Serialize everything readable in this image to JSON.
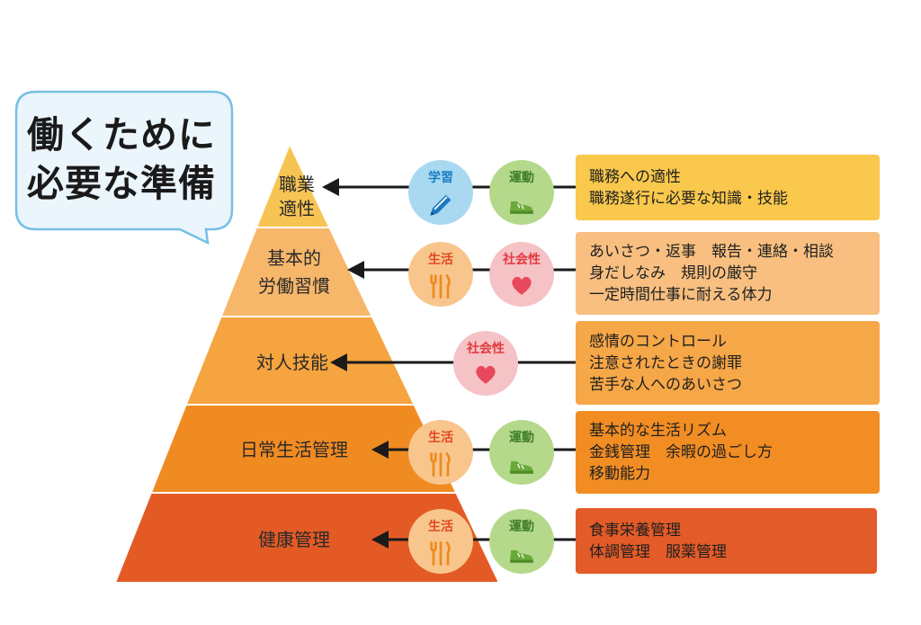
{
  "bubble": {
    "line1": "働くために",
    "line2": "必要な準備",
    "fill": "#eaf5fc",
    "border": "#78bfe6"
  },
  "levels": [
    {
      "label": [
        "職業",
        "適性"
      ],
      "band_color": "#f7c453",
      "supports": [
        {
          "label": "学習",
          "icon": "pencil-icon",
          "fill": "#a8d9f1",
          "text_color": "#1b7dc4"
        },
        {
          "label": "運動",
          "icon": "shoe-icon",
          "fill": "#b4d98b",
          "text_color": "#3f7d2b"
        }
      ],
      "box": {
        "lines": [
          "職務への適性",
          "職務遂行に必要な知識・技能"
        ],
        "color": "#f9c84c"
      }
    },
    {
      "label": [
        "基本的",
        "労働習慣"
      ],
      "band_color": "#f7b76a",
      "supports": [
        {
          "label": "生活",
          "icon": "fork-knife-icon",
          "fill": "#f8c68d",
          "text_color": "#e2471f"
        },
        {
          "label": "社会性",
          "icon": "heart-icon",
          "fill": "#f5c2c5",
          "text_color": "#e23b3f"
        }
      ],
      "box": {
        "lines": [
          "あいさつ・返事　報告・連絡・相談",
          "身だしなみ　規則の厳守",
          "一定時間仕事に耐える体力"
        ],
        "color": "#f8bf80"
      }
    },
    {
      "label": [
        "対人技能"
      ],
      "band_color": "#f5a43f",
      "supports": [
        {
          "label": "社会性",
          "icon": "heart-icon",
          "fill": "#f5c2c5",
          "text_color": "#e23b3f"
        }
      ],
      "box": {
        "lines": [
          "感情のコントロール",
          "注意されたときの謝罪",
          "苦手な人へのあいさつ"
        ],
        "color": "#f6a747"
      }
    },
    {
      "label": [
        "日常生活管理"
      ],
      "band_color": "#f08b22",
      "supports": [
        {
          "label": "生活",
          "icon": "fork-knife-icon",
          "fill": "#f8c68d",
          "text_color": "#e2471f"
        },
        {
          "label": "運動",
          "icon": "shoe-icon",
          "fill": "#b4d98b",
          "text_color": "#3f7d2b"
        }
      ],
      "box": {
        "lines": [
          "基本的な生活リズム",
          "金銭管理　余暇の過ごし方",
          "移動能力"
        ],
        "color": "#f28d24"
      }
    },
    {
      "label": [
        "健康管理"
      ],
      "band_color": "#e45a25",
      "supports": [
        {
          "label": "生活",
          "icon": "fork-knife-icon",
          "fill": "#f8c68d",
          "text_color": "#e2471f"
        },
        {
          "label": "運動",
          "icon": "shoe-icon",
          "fill": "#b4d98b",
          "text_color": "#3f7d2b"
        }
      ],
      "box": {
        "lines": [
          "食事栄養管理",
          "体調管理　服薬管理"
        ],
        "color": "#e35b28"
      }
    }
  ]
}
